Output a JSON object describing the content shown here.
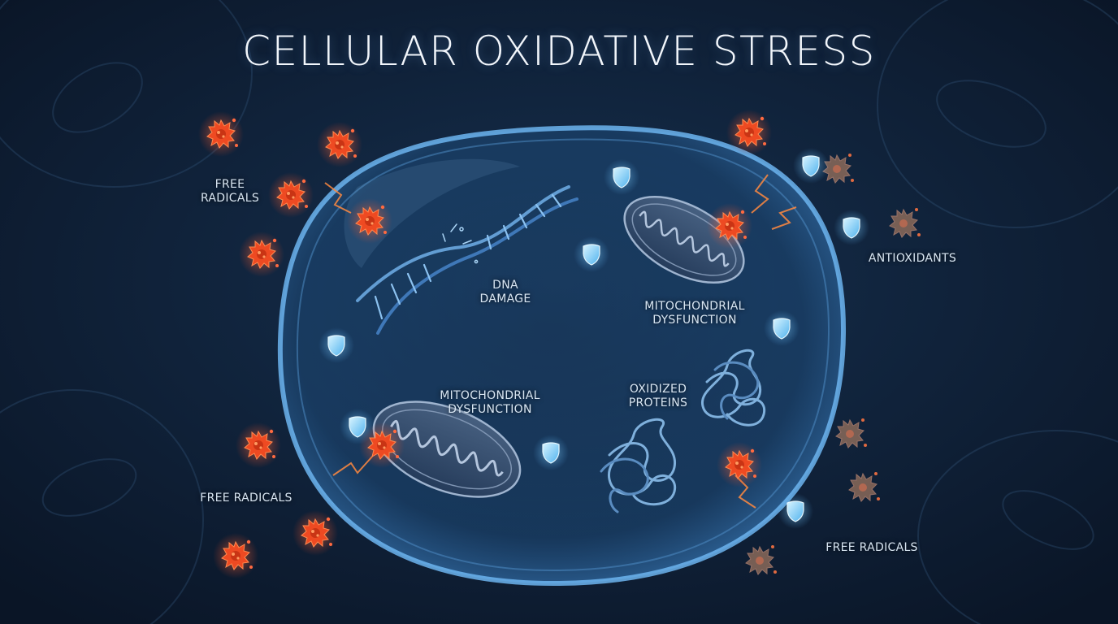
{
  "title": "CELLULAR OXIDATIVE STRESS",
  "labels": {
    "free_radicals_top_left": [
      "FREE",
      "RADICALS"
    ],
    "free_radicals_bottom_left": "FREE RADICALS",
    "free_radicals_bottom_right": "FREE RADICALS",
    "antioxidants": "ANTIOXIDANTS",
    "dna_damage": [
      "DNA",
      "DAMAGE"
    ],
    "mitochondrial_dysfunction_right": [
      "MITOCHONDRIAL",
      "DYSFUNCTION"
    ],
    "mitochondrial_dysfunction_left": [
      "MITOCHONDRIAL",
      "DYSFUNCTION"
    ],
    "oxidized_proteins": [
      "OXIDIZED",
      "PROTEINS"
    ]
  },
  "colors": {
    "background": "#0c1a2e",
    "cell_membrane": "#5aa6e0",
    "free_radical": "#f0502a",
    "faded_radical": "#a0705a",
    "antioxidant_shield": "#7fd0ff",
    "organelle": "#8fa8c8"
  },
  "icons": {
    "free_radical": "spiky-orange-particle",
    "antioxidant": "glowing-blue-shield",
    "dna": "broken-double-helix",
    "mitochondrion": "mitochondrion",
    "protein": "tangled-protein-strand"
  }
}
